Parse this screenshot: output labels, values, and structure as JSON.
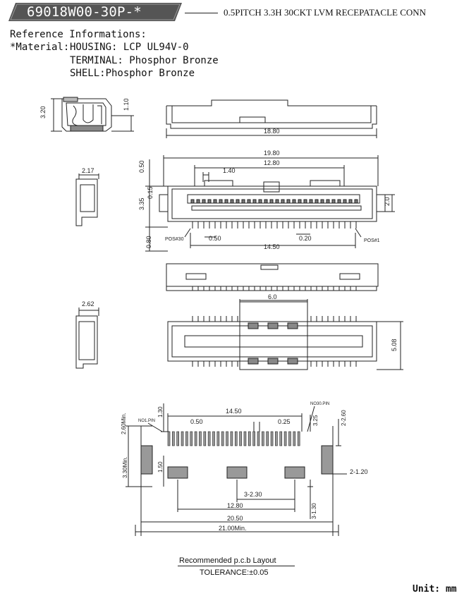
{
  "header": {
    "part_number": "69018W00-30P-*",
    "title": "0.5PITCH 3.3H 30CKT LVM RECEPATACLE CONN"
  },
  "reference": {
    "heading": "Reference Informations:",
    "material_label": "*Material:",
    "housing": "HOUSING: LCP UL94V-0",
    "terminal": "TERMINAL: Phosphor Bronze",
    "shell": "SHELL:Phosphor Bronze"
  },
  "dimensions": {
    "side_height": "3.20",
    "side_cap": "1.10",
    "total_length": "18.80",
    "body_width": "19.80",
    "span_12_80": "12.80",
    "span_1_40": "1.40",
    "v_0_50": "0.50",
    "v_0_15": "0.15",
    "v_3_35": "3.35",
    "pitch_2_0": "2.0",
    "left_2_17": "2.17",
    "v_0_80": "0.80",
    "pitch_0_50": "0.50",
    "pitch_0_20": "0.20",
    "span_14_50": "14.50",
    "left_2_62": "2.62",
    "bottom_6_0": "6.0",
    "bottom_5_08": "5.08"
  },
  "pins": {
    "pos30": "POS#30",
    "pos1": "POS#1",
    "no1": "NO1.PIN",
    "no30": "NO30.PIN"
  },
  "pcb": {
    "d_2_60_min": "2.60Min.",
    "d_1_30_top": "1.30",
    "d_14_50": "14.50",
    "d_0_50": "0.50",
    "d_0_25": "0.25",
    "d_3_25": "3.25",
    "d_2_2_60": "2-2.60",
    "d_3_30_min": "3.30Min.",
    "d_1_50": "1.50",
    "d_2_1_20": "2-1.20",
    "d_3_2_30": "3-2.30",
    "d_12_80": "12.80",
    "d_20_50": "20.50",
    "d_21_00_min": "21.00Min.",
    "d_3_1_30": "3-1.30"
  },
  "footer": {
    "layout_caption": "Recommended p.c.b Layout",
    "tolerance": "TOLERANCE:±0.05",
    "unit": "Unit: mm"
  }
}
